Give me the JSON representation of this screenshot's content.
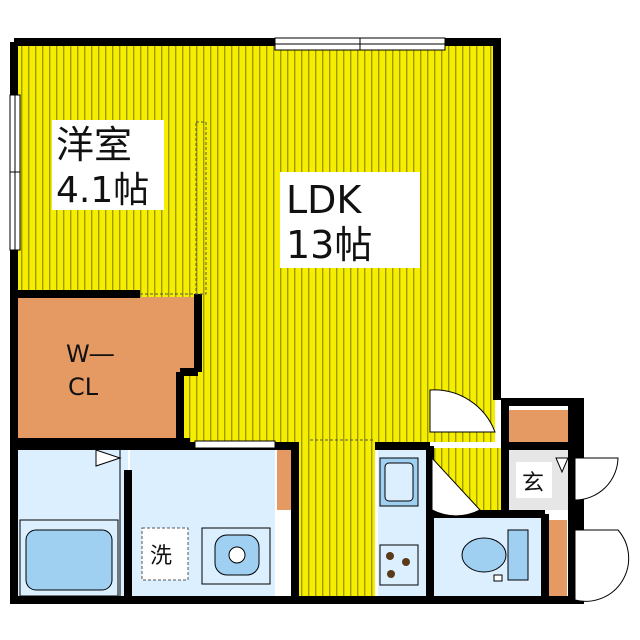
{
  "rooms": {
    "western_room": {
      "name": "洋室",
      "size": "4.1帖"
    },
    "ldk": {
      "name": "LDK",
      "size": "13帖"
    },
    "wcl": {
      "line1": "W―",
      "line2": "CL"
    },
    "washroom": {
      "label": "洗"
    },
    "entrance": {
      "label": "玄"
    }
  },
  "colors": {
    "wall": "#000000",
    "floor_yellow": "#f5ee00",
    "floor_stripe": "#9e9a00",
    "closet": "#e59a64",
    "wet_area": "#dcefff",
    "entrance_floor": "#e6e6e6",
    "fixture": "#9fd0f2"
  }
}
